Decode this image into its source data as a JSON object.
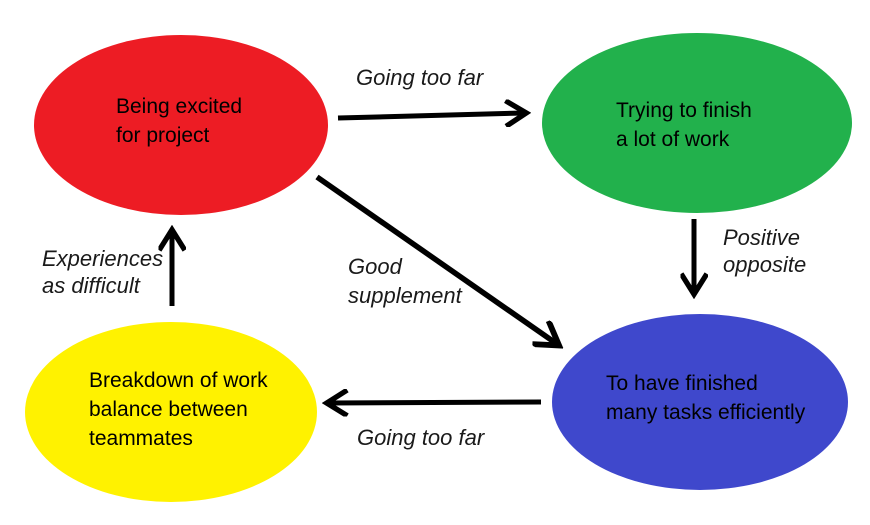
{
  "diagram": {
    "background": "#FFFFFF",
    "ink": "#000000",
    "nodes": [
      {
        "id": "being-excited",
        "color": "#ED1C24",
        "lines": [
          "Being excited",
          "for project"
        ]
      },
      {
        "id": "trying-to-finish",
        "color": "#22B14C",
        "lines": [
          "Trying to finish",
          "a lot of work"
        ]
      },
      {
        "id": "finished-efficiently",
        "color": "#3F48CC",
        "lines": [
          "To have finished",
          "many tasks efficiently"
        ]
      },
      {
        "id": "breakdown-of-balance",
        "color": "#FFF200",
        "lines": [
          "Breakdown of work",
          "balance between",
          "teammates"
        ]
      }
    ],
    "edges": [
      {
        "from": "being-excited",
        "to": "trying-to-finish",
        "label_lines": [
          "Going too far"
        ]
      },
      {
        "from": "trying-to-finish",
        "to": "finished-efficiently",
        "label_lines": [
          "Positive",
          "opposite"
        ]
      },
      {
        "from": "being-excited",
        "to": "finished-efficiently",
        "label_lines": [
          "Good",
          "supplement"
        ]
      },
      {
        "from": "finished-efficiently",
        "to": "breakdown-of-balance",
        "label_lines": [
          "Going too far"
        ]
      },
      {
        "from": "breakdown-of-balance",
        "to": "being-excited",
        "label_lines": [
          "Experiences",
          "as difficult"
        ]
      }
    ]
  }
}
